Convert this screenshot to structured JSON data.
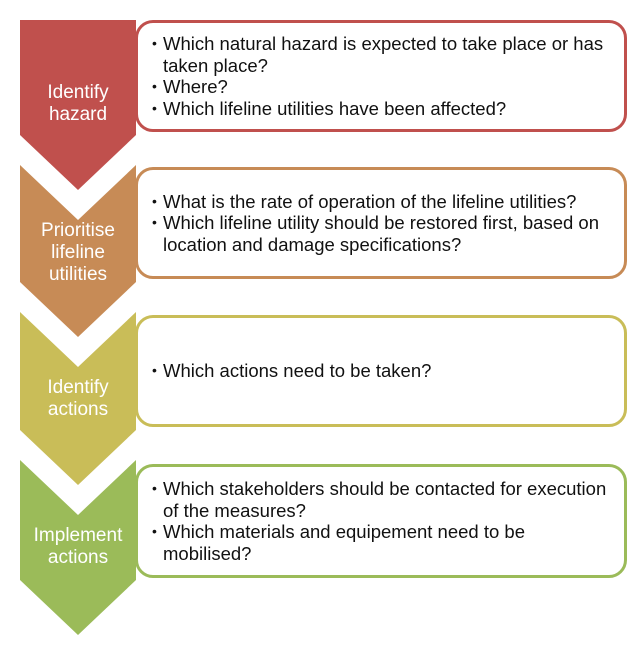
{
  "steps": [
    {
      "label": "Identify hazard",
      "color": "#c0504d",
      "questions": [
        "Which natural hazard is expected to take place or has taken place?",
        "Where?",
        "Which lifeline utilities have been affected?"
      ]
    },
    {
      "label": "Prioritise lifeline utilities",
      "color": "#c78b56",
      "questions": [
        "What is the rate of operation of the lifeline utilities?",
        "Which lifeline utility should be restored first, based on location and damage specifications?"
      ]
    },
    {
      "label": "Identify actions",
      "color": "#c9bd58",
      "questions": [
        "Which actions need to be taken?"
      ]
    },
    {
      "label": "Implement actions",
      "color": "#9bbb59",
      "questions": [
        "Which stakeholders should be contacted for execution of the measures?",
        "Which materials and equipement need to be mobilised?"
      ]
    }
  ]
}
